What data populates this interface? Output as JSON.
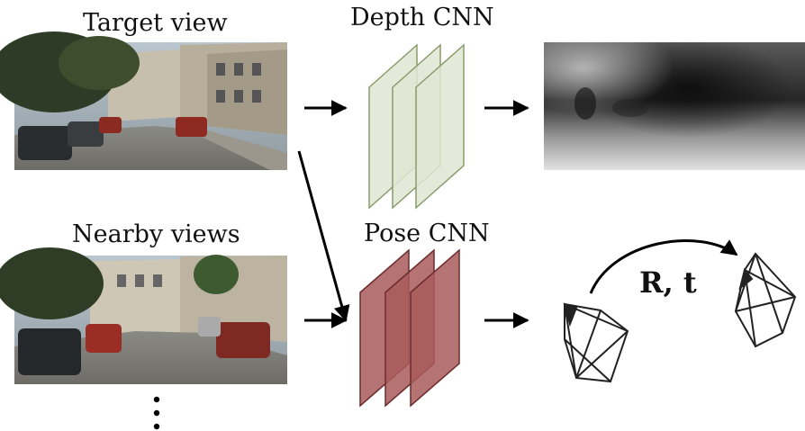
{
  "labels": {
    "target_view": "Target view",
    "depth_cnn": "Depth CNN",
    "nearby_views": "Nearby views",
    "pose_cnn": "Pose CNN",
    "pose_output": "R, t"
  },
  "colors": {
    "depth_cnn_fill": "#dfe6d2",
    "depth_cnn_stroke": "#8c9a6c",
    "pose_cnn_fill": "#a85b5b",
    "pose_cnn_stroke": "#6d2c2c",
    "arrow": "#000000"
  },
  "icons": [
    "street-photo",
    "depth-map",
    "camera-frustum",
    "curved-arrow"
  ]
}
